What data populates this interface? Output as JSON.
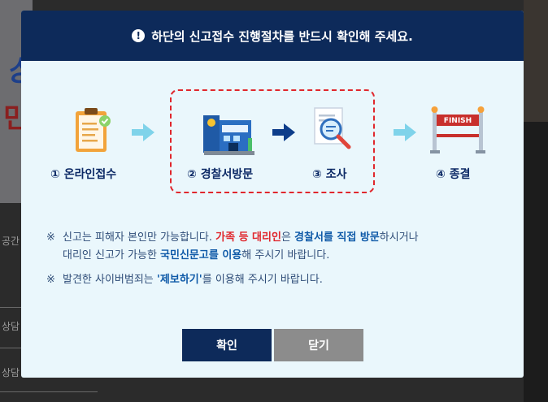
{
  "background": {
    "glyph1": "상",
    "glyph2": "민",
    "text1": "공간",
    "text2": "상담",
    "text3": "상담"
  },
  "modal": {
    "title": "하단의 신고접수 진행절차를 반드시 확인해 주세요.",
    "alert_icon_text": "!",
    "steps": [
      {
        "label": "① 온라인접수",
        "icon": "clipboard-icon"
      },
      {
        "label": "② 경찰서방문",
        "icon": "police-station-icon"
      },
      {
        "label": "③ 조사",
        "icon": "magnifier-document-icon"
      },
      {
        "label": "④ 종결",
        "icon": "finish-line-icon"
      }
    ],
    "finish_banner": "FINISH",
    "notes": {
      "mark": "※",
      "line1_a": "신고는 피해자 본인만 가능합니다.",
      "line1_red": "가족 등 대리인",
      "line1_b": "은",
      "line1_blue": "경찰서를 직접 방문",
      "line1_c": "하시거나",
      "line2_a": "대리인 신고가 가능한",
      "line2_blue": "국민신문고를 이용",
      "line2_b": "해 주시기 바랍니다.",
      "line3_a": "발견한 사이버범죄는",
      "line3_blue": "'제보하기'",
      "line3_b": "를 이용해 주시기 바랍니다."
    },
    "buttons": {
      "confirm": "확인",
      "close": "닫기"
    }
  },
  "colors": {
    "header_bg": "#0d2a5a",
    "modal_bg": "#eaf7fc",
    "accent_red": "#e0272d",
    "accent_blue": "#0f5aa8",
    "close_button": "#8c8c8c"
  }
}
